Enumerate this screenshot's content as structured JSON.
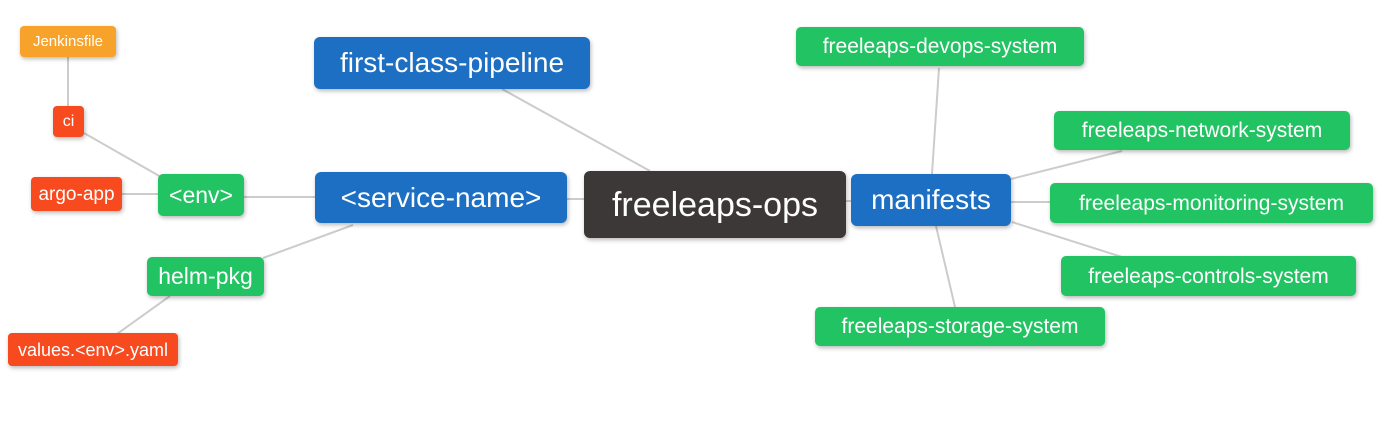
{
  "diagram": {
    "type": "mindmap",
    "root": "freeleaps-ops",
    "colors": {
      "blue": "#1C6FC2",
      "green": "#22C362",
      "orange": "#F7A32B",
      "red": "#F84A1F",
      "dark": "#3B3837",
      "edge": "#CCCCCC",
      "text": "#FFFFFF",
      "background": "#FFFFFF"
    },
    "nodes": {
      "jenkinsfile": {
        "label": "Jenkinsfile",
        "color": "orange"
      },
      "ci": {
        "label": "ci",
        "color": "red"
      },
      "argo_app": {
        "label": "argo-app",
        "color": "red"
      },
      "env": {
        "label": "<env>",
        "color": "green"
      },
      "helm_pkg": {
        "label": "helm-pkg",
        "color": "green"
      },
      "values_env_yaml": {
        "label": "values.<env>.yaml",
        "color": "red"
      },
      "first_class_pipeline": {
        "label": "first-class-pipeline",
        "color": "blue"
      },
      "service_name": {
        "label": "<service-name>",
        "color": "blue"
      },
      "freeleaps_ops": {
        "label": "freeleaps-ops",
        "color": "dark"
      },
      "manifests": {
        "label": "manifests",
        "color": "blue"
      },
      "devops_system": {
        "label": "freeleaps-devops-system",
        "color": "green"
      },
      "network_system": {
        "label": "freeleaps-network-system",
        "color": "green"
      },
      "monitoring_system": {
        "label": "freeleaps-monitoring-system",
        "color": "green"
      },
      "controls_system": {
        "label": "freeleaps-controls-system",
        "color": "green"
      },
      "storage_system": {
        "label": "freeleaps-storage-system",
        "color": "green"
      }
    },
    "edges": [
      {
        "from": "Jenkinsfile",
        "to": "ci"
      },
      {
        "from": "ci",
        "to": "<env>"
      },
      {
        "from": "argo-app",
        "to": "<env>"
      },
      {
        "from": "<env>",
        "to": "<service-name>"
      },
      {
        "from": "<service-name>",
        "to": "helm-pkg"
      },
      {
        "from": "helm-pkg",
        "to": "values.<env>.yaml"
      },
      {
        "from": "first-class-pipeline",
        "to": "freeleaps-ops"
      },
      {
        "from": "<service-name>",
        "to": "freeleaps-ops"
      },
      {
        "from": "freeleaps-ops",
        "to": "manifests"
      },
      {
        "from": "manifests",
        "to": "freeleaps-devops-system"
      },
      {
        "from": "manifests",
        "to": "freeleaps-network-system"
      },
      {
        "from": "manifests",
        "to": "freeleaps-monitoring-system"
      },
      {
        "from": "manifests",
        "to": "freeleaps-controls-system"
      },
      {
        "from": "manifests",
        "to": "freeleaps-storage-system"
      }
    ]
  }
}
